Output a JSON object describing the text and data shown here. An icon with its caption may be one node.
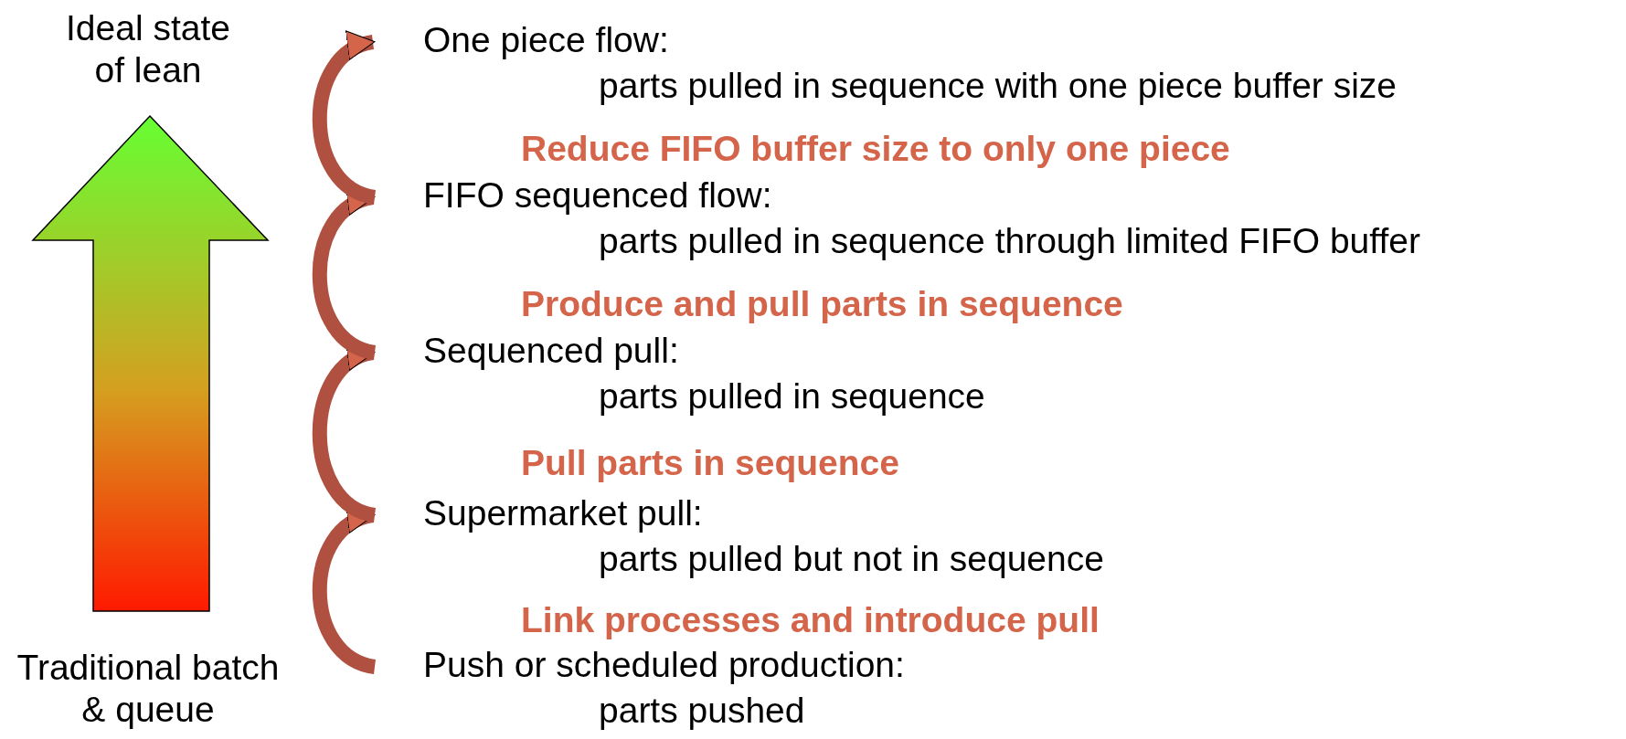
{
  "diagram": {
    "nodes": [
      {
        "text": [
          "One piece flow:",
          "parts pulled in sequence with one piece buffer size"
        ]
      },
      {
        "text": [
          "FIFO sequenced flow:",
          "parts pulled in sequence through limited FIFO buffer"
        ]
      },
      {
        "text": [
          "Sequenced pull:",
          "parts pulled in sequence"
        ]
      },
      {
        "text": [
          "Supermarket pull:",
          "parts pulled but not in sequence"
        ]
      },
      {
        "text": [
          "Push or scheduled production:",
          "parts pushed"
        ]
      }
    ],
    "edges": [
      {
        "from": 4,
        "to": 3,
        "arrow": "to",
        "label": "Link processes and introduce pull"
      },
      {
        "from": 3,
        "to": 2,
        "arrow": "to",
        "label": "Pull parts in sequence"
      },
      {
        "from": 2,
        "to": 1,
        "arrow": "to",
        "label": "Produce and pull parts in sequence"
      },
      {
        "from": 1,
        "to": 0,
        "arrow": "to",
        "label": "Reduce FIFO buffer size to only one piece"
      }
    ],
    "labels": [
      "Ideal state of lean",
      "Traditional batch & queue"
    ]
  }
}
